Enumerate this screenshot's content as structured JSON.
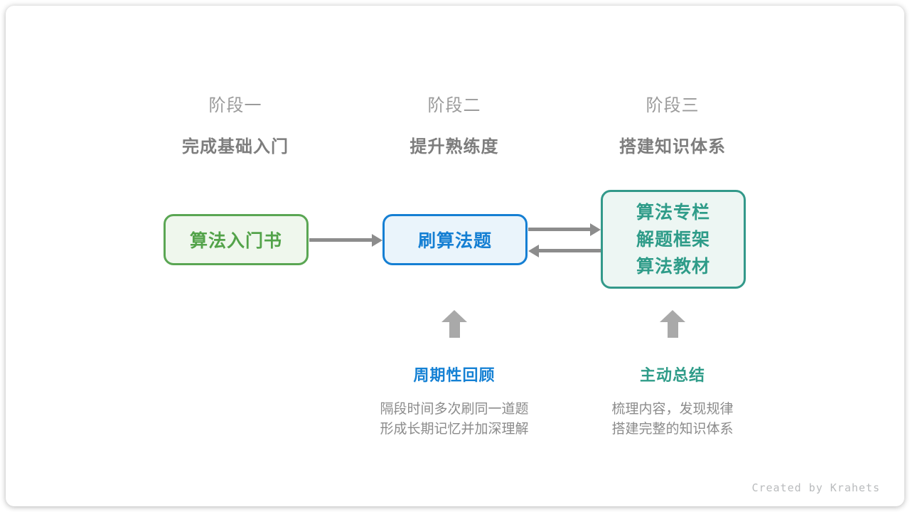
{
  "stages": [
    {
      "label": "阶段一",
      "title": "完成基础入门"
    },
    {
      "label": "阶段二",
      "title": "提升熟练度"
    },
    {
      "label": "阶段三",
      "title": "搭建知识体系"
    }
  ],
  "nodes": {
    "intro_book": {
      "label": "算法入门书"
    },
    "practice": {
      "label": "刷算法题"
    },
    "knowledge": {
      "lines": [
        "算法专栏",
        "解题框架",
        "算法教材"
      ]
    }
  },
  "methods": [
    {
      "title": "周期性回顾",
      "desc_line1": "隔段时间多次刷同一道题",
      "desc_line2": "形成长期记忆并加深理解"
    },
    {
      "title": "主动总结",
      "desc_line1": "梳理内容，发现规律",
      "desc_line2": "搭建完整的知识体系"
    }
  ],
  "credit": "Created by Krahets",
  "colors": {
    "green_accent": "#5aa653",
    "green_fill": "#eff7ed",
    "blue_accent": "#157fd3",
    "blue_fill": "#eaf4fb",
    "teal_accent": "#2f9c89",
    "teal_fill": "#edf6f3",
    "connector_gray": "#8c8c8c",
    "up_arrow_gray": "#a9a9a9",
    "stage_label_gray": "#9b9b9b",
    "stage_title_gray": "#7d7d7d",
    "desc_gray": "#8b8b8b",
    "credit_gray": "#b9bbbd"
  }
}
